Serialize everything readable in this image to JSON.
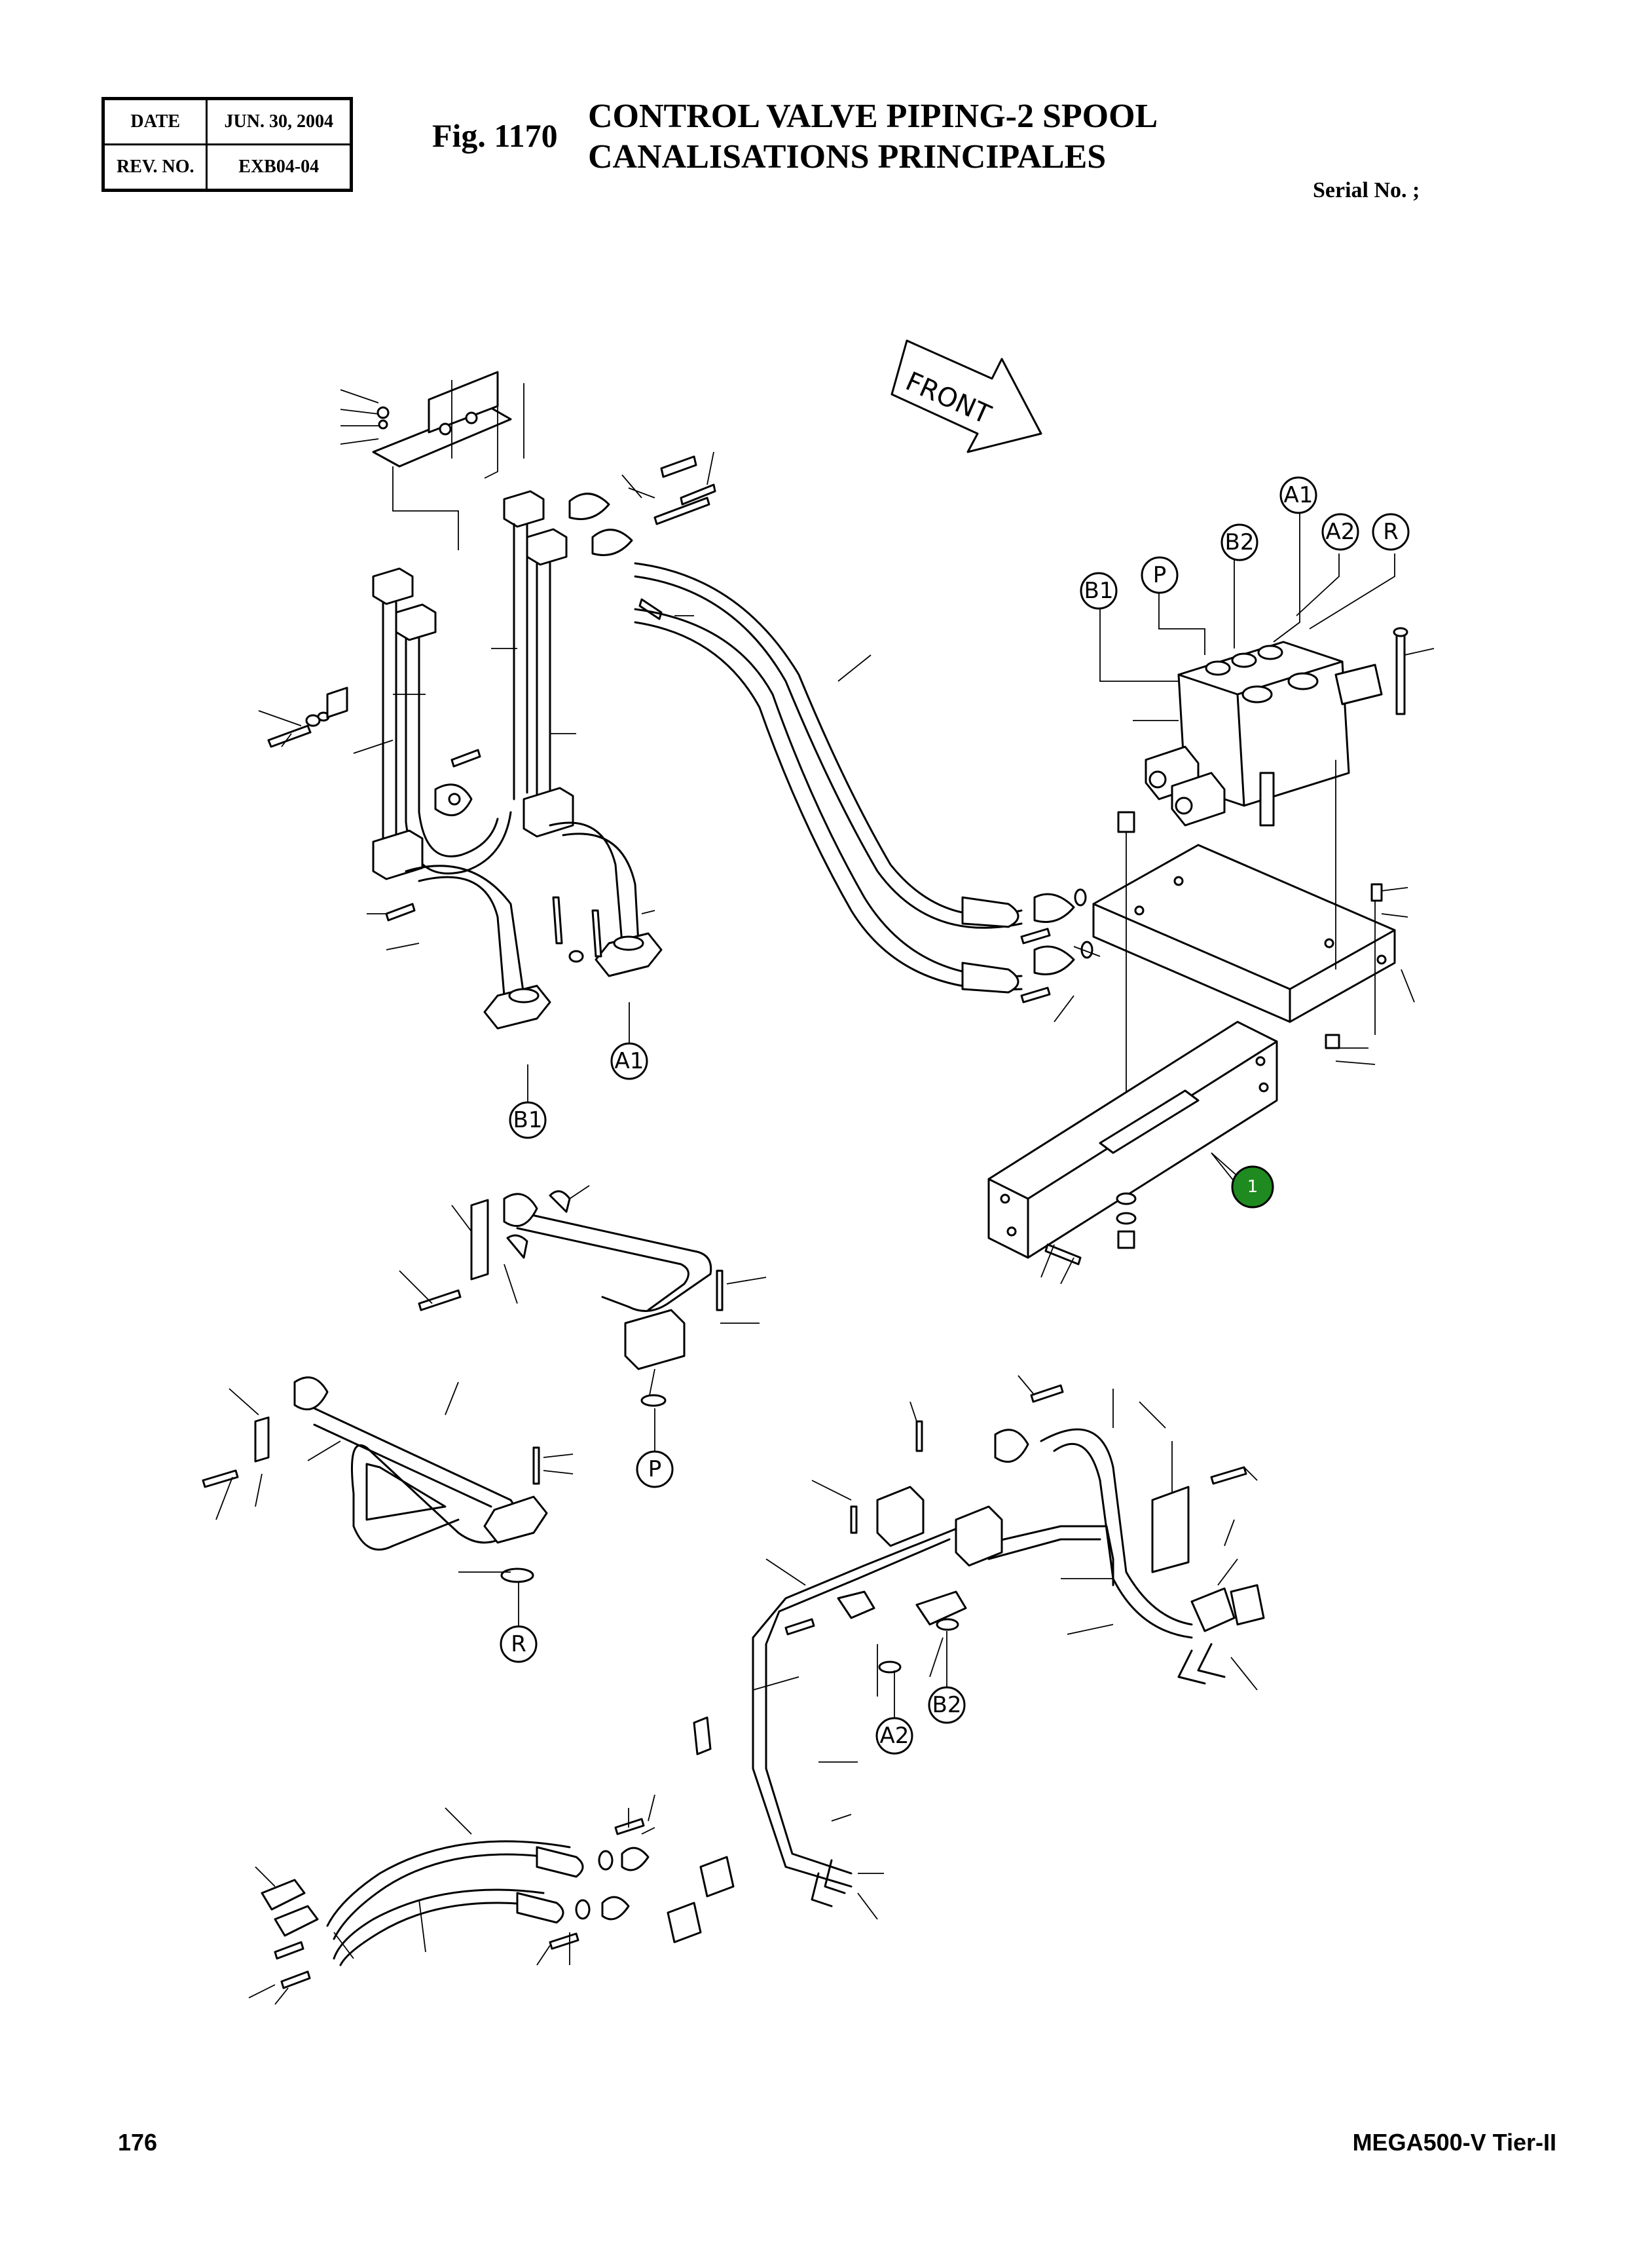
{
  "header": {
    "date_label": "DATE",
    "date_value": "JUN. 30, 2004",
    "rev_label": "REV. NO.",
    "rev_value": "EXB04-04"
  },
  "figure": {
    "number": "Fig. 1170",
    "title_en": "CONTROL VALVE PIPING-2 SPOOL",
    "title_fr": "CANALISATIONS PRINCIPALES"
  },
  "serial": "Serial No. ;",
  "diagram": {
    "front_label": "FRONT",
    "labels": [
      "A1",
      "A2",
      "R",
      "B2",
      "P",
      "B1",
      "A1",
      "B1",
      "P",
      "R",
      "A2",
      "B2"
    ],
    "callout": "1",
    "callout_color": "#1f8a1f"
  },
  "footer": {
    "page_number": "176",
    "model": "MEGA500-V Tier-II"
  }
}
